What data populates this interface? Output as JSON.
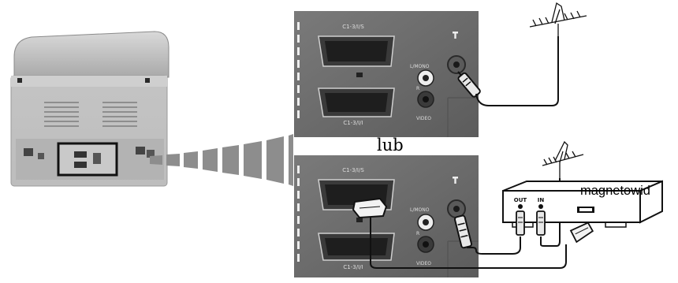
{
  "labels": {
    "or": "lub",
    "vcr": "magnetowid"
  },
  "panel_top": {
    "scart1": "C1-3/I/S",
    "scart2": "C1-3/I/I",
    "aux1": "L/MONO",
    "aux2": "R",
    "aux3": "VIDEO"
  },
  "panel_bottom": {
    "scart1": "C1-3/I/S",
    "scart2": "C1-3/I/I",
    "aux1": "L/MONO",
    "aux2": "R",
    "aux3": "VIDEO"
  },
  "vcr": {
    "out": "OUT",
    "in": "IN"
  }
}
